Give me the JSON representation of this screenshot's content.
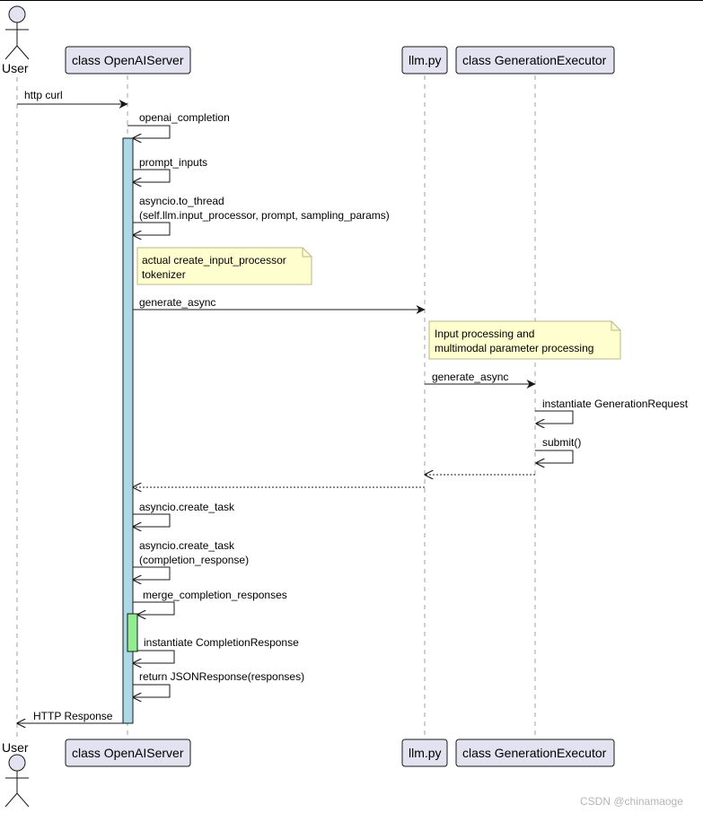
{
  "colors": {
    "participant_fill": "#e2e2f0",
    "participant_stroke": "#181818",
    "activation_main": "#add8e6",
    "activation_nested": "#90ee90",
    "note_fill": "#fefece",
    "note_stroke": "#b8b88a",
    "line": "#181818",
    "lifeline": "#a0a0a0",
    "watermark": "#b4b4b4"
  },
  "participants": [
    {
      "id": "user",
      "type": "actor",
      "label": "User",
      "icon": "stick-figure-icon"
    },
    {
      "id": "server",
      "type": "box",
      "label": "class OpenAIServer"
    },
    {
      "id": "llm",
      "type": "box",
      "label": "llm.py"
    },
    {
      "id": "executor",
      "type": "box",
      "label": "class GenerationExecutor"
    }
  ],
  "messages": [
    {
      "from": "user",
      "to": "server",
      "lines": [
        "http curl"
      ],
      "style": "solid"
    },
    {
      "from": "server",
      "to": "server",
      "lines": [
        "openai_completion"
      ],
      "style": "solid"
    },
    {
      "from": "server",
      "to": "server",
      "lines": [
        "prompt_inputs"
      ],
      "style": "solid"
    },
    {
      "from": "server",
      "to": "server",
      "lines": [
        "asyncio.to_thread",
        "(self.llm.input_processor, prompt, sampling_params)"
      ],
      "style": "solid"
    },
    {
      "from": "server",
      "to": "llm",
      "lines": [
        "generate_async"
      ],
      "style": "solid"
    },
    {
      "from": "llm",
      "to": "executor",
      "lines": [
        "generate_async"
      ],
      "style": "solid"
    },
    {
      "from": "executor",
      "to": "executor",
      "lines": [
        "instantiate GenerationRequest"
      ],
      "style": "solid"
    },
    {
      "from": "executor",
      "to": "executor",
      "lines": [
        "submit()"
      ],
      "style": "solid"
    },
    {
      "from": "executor",
      "to": "llm",
      "lines": [],
      "style": "dashed"
    },
    {
      "from": "llm",
      "to": "server",
      "lines": [],
      "style": "dashed"
    },
    {
      "from": "server",
      "to": "server",
      "lines": [
        "asyncio.create_task"
      ],
      "style": "solid"
    },
    {
      "from": "server",
      "to": "server",
      "lines": [
        "asyncio.create_task",
        " (completion_response)"
      ],
      "style": "solid"
    },
    {
      "from": "server",
      "to": "server",
      "lines": [
        "merge_completion_responses"
      ],
      "style": "solid"
    },
    {
      "from": "server",
      "to": "server",
      "lines": [
        "instantiate CompletionResponse"
      ],
      "style": "solid"
    },
    {
      "from": "server",
      "to": "server",
      "lines": [
        "return JSONResponse(responses)"
      ],
      "style": "solid"
    },
    {
      "from": "server",
      "to": "user",
      "lines": [
        "HTTP Response"
      ],
      "style": "solid"
    }
  ],
  "notes": [
    {
      "over": "server",
      "lines": [
        "actual create_input_processor",
        "tokenizer"
      ]
    },
    {
      "over": "llm",
      "lines": [
        "Input processing and",
        "multimodal parameter processing"
      ]
    }
  ],
  "watermark": "CSDN @chinamaoge"
}
